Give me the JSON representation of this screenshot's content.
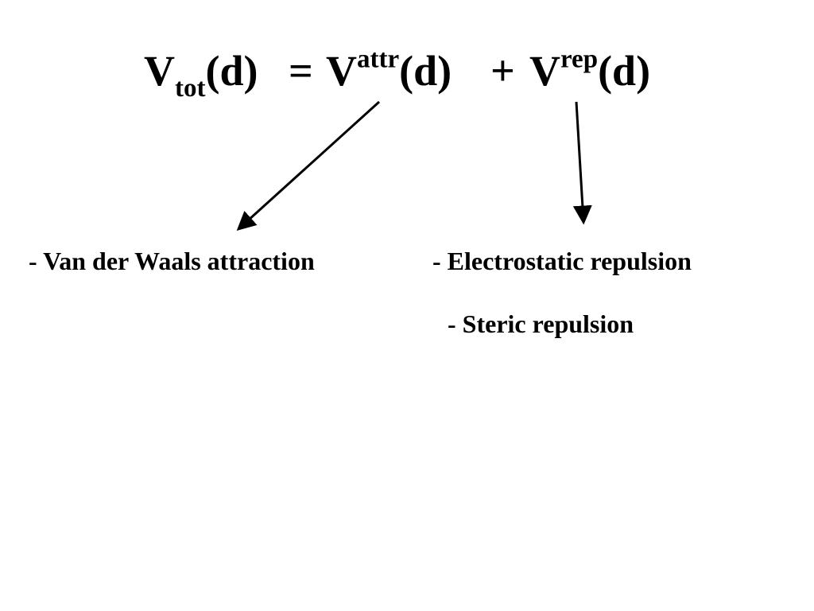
{
  "equation": {
    "v": "V",
    "tot_sub": "tot",
    "arg": "(d)",
    "equals": "=",
    "attr_sup": "attr",
    "plus": "+",
    "rep_sup": "rep"
  },
  "labels": {
    "attraction": "- Van der Waals attraction",
    "repulsion_1": "- Electrostatic repulsion",
    "repulsion_2": "- Steric repulsion"
  }
}
